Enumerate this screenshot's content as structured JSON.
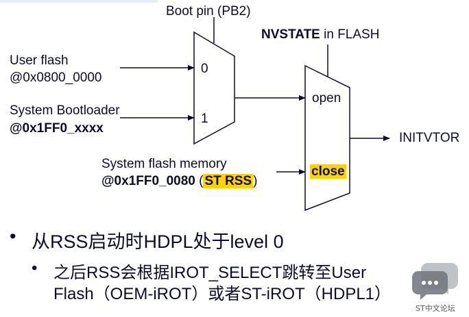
{
  "diagram": {
    "boot_pin_label": "Boot pin (PB2)",
    "nvstate_label_bold": "NVSTATE",
    "nvstate_label_rest": " in FLASH",
    "user_flash_line1": "User flash",
    "user_flash_line2": "@0x0800_0000",
    "sys_bootloader_line1": "System Bootloader",
    "sys_bootloader_line2": "@0x1FF0_xxxx",
    "sys_flash_line1": "System flash memory",
    "sys_flash_addr": "@0x1FF0_0080",
    "sys_flash_paren_open": " (",
    "sys_flash_st_rss": "ST RSS",
    "sys_flash_paren_close": ")",
    "mux1_input_0": "0",
    "mux1_input_1": "1",
    "mux2_open": "open",
    "mux2_close": "close",
    "output_label": "INITVTOR"
  },
  "bullets": {
    "level1": "从RSS启动时HDPL处于level 0",
    "level2_line1": "之后RSS会根据IROT_SELECT跳转至User",
    "level2_line2": "Flash（OEM-iROT）或者ST-iROT（HDPL1）"
  },
  "watermark": {
    "text": "ST中文论坛"
  },
  "colors": {
    "text": "#0b0b2a",
    "highlight": "#ffd200",
    "line": "#0b0b2a"
  }
}
